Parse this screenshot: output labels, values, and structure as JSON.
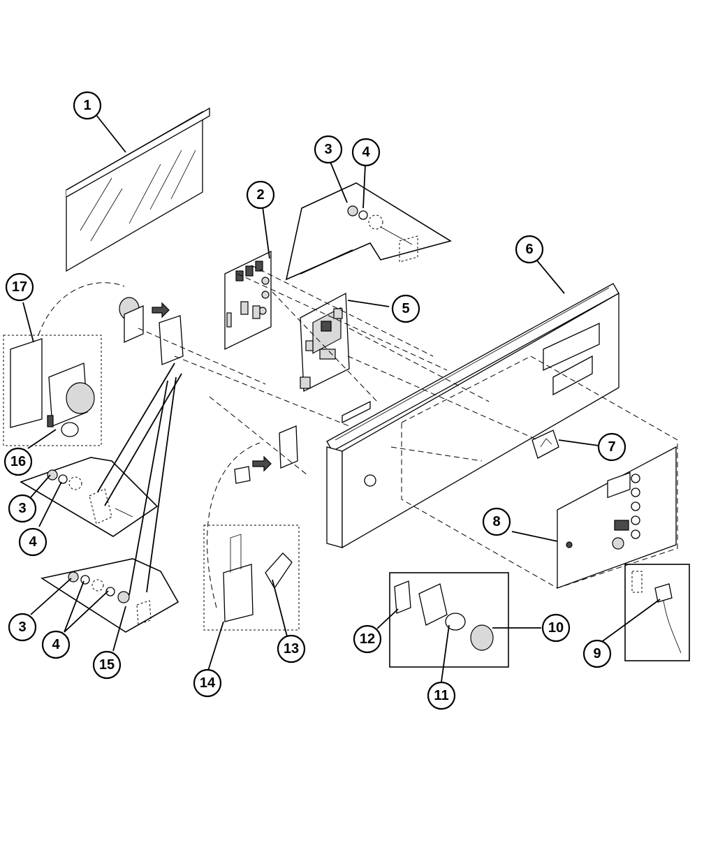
{
  "callouts": [
    {
      "id": "c1",
      "label": "1"
    },
    {
      "id": "c2",
      "label": "2"
    },
    {
      "id": "c3a",
      "label": "3"
    },
    {
      "id": "c4a",
      "label": "4"
    },
    {
      "id": "c5",
      "label": "5"
    },
    {
      "id": "c6",
      "label": "6"
    },
    {
      "id": "c7",
      "label": "7"
    },
    {
      "id": "c8",
      "label": "8"
    },
    {
      "id": "c9",
      "label": "9"
    },
    {
      "id": "c10",
      "label": "10"
    },
    {
      "id": "c11",
      "label": "11"
    },
    {
      "id": "c12",
      "label": "12"
    },
    {
      "id": "c13",
      "label": "13"
    },
    {
      "id": "c14",
      "label": "14"
    },
    {
      "id": "c15",
      "label": "15"
    },
    {
      "id": "c16",
      "label": "16"
    },
    {
      "id": "c17",
      "label": "17"
    },
    {
      "id": "c3b",
      "label": "3"
    },
    {
      "id": "c4b",
      "label": "4"
    },
    {
      "id": "c3c",
      "label": "3"
    },
    {
      "id": "c4c",
      "label": "4"
    }
  ]
}
